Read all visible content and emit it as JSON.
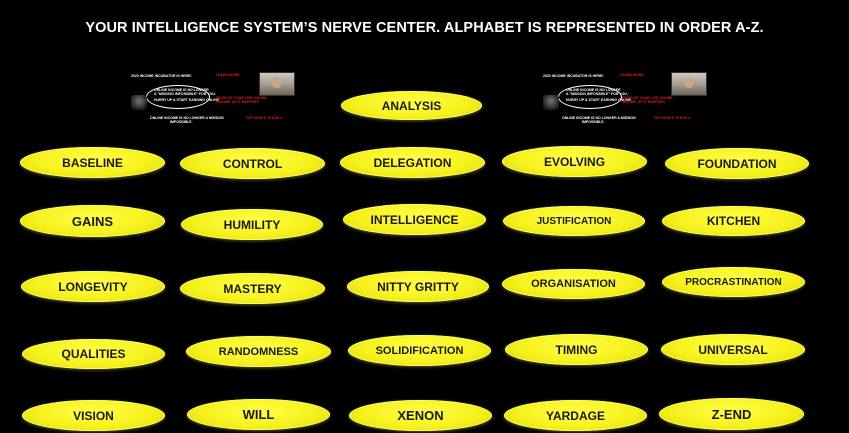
{
  "title": "YOUR INTELLIGENCE SYSTEM’S NERVE CENTER. ALPHABET IS REPRESENTED IN ORDER A-Z.",
  "thumbnails": [
    {
      "line_top_left": "2020 INCOME INCUBATOR IS HERE!",
      "line_top_right": "LEARN MORE",
      "bubble_1": "ONLINE INCOME IS NO LONGER",
      "bubble_2": "A \"MISSION IMPOSSIBLE\" FOR YOU.",
      "bubble_3": "HURRY UP & START EARNING ONLINE",
      "red_1": "DEVELOP YOUR LIVE ONLINE",
      "red_2": "INCOME, AS IT HAPPENS",
      "bottom_1": "ONLINE INCOME IS NO LONGER A MISSION",
      "bottom_2": "IMPOSSIBLE.",
      "red_bottom": "GET NOW IT IS EASY!"
    },
    {
      "line_top_left": "2020 INCOME INCUBATOR IS HERE!",
      "line_top_right": "LEARN MORE",
      "bubble_1": "ONLINE INCOME IS NO LONGER",
      "bubble_2": "A \"MISSION IMPOSSIBLE\" FOR YOU.",
      "bubble_3": "HURRY UP & START EARNING ONLINE",
      "red_1": "DEVELOP YOUR LIVE ONLINE",
      "red_2": "INCOME, AS IT HAPPENS",
      "bottom_1": "ONLINE INCOME IS NO LONGER A MISSION",
      "bottom_2": "IMPOSSIBLE.",
      "red_bottom": "GET NOW IT IS EASY!"
    }
  ],
  "buttons": {
    "analysis": "ANALYSIS",
    "baseline": "BASELINE",
    "control": "CONTROL",
    "delegation": "DELEGATION",
    "evolving": "EVOLVING",
    "foundation": "FOUNDATION",
    "gains": "GAINS",
    "humility": "HUMILITY",
    "intelligence": "INTELLIGENCE",
    "justification": "JUSTIFICATION",
    "kitchen": "KITCHEN",
    "longevity": "LONGEVITY",
    "mastery": "MASTERY",
    "nitty_gritty": "NITTY GRITTY",
    "organisation": "ORGANISATION",
    "procrastination": "PROCRASTINATION",
    "qualities": "QUALITIES",
    "randomness": "RANDOMNESS",
    "solidification": "SOLIDIFICATION",
    "timing": "TIMING",
    "universal": "UNIVERSAL",
    "vision": "VISION",
    "will": "WILL",
    "xenon": "XENON",
    "yardage": "YARDAGE",
    "z_end": "Z-END"
  },
  "colors": {
    "background": "#000000",
    "pill": "#f6f21e",
    "pill_text": "#1a1a1a",
    "title_text": "#ffffff"
  }
}
